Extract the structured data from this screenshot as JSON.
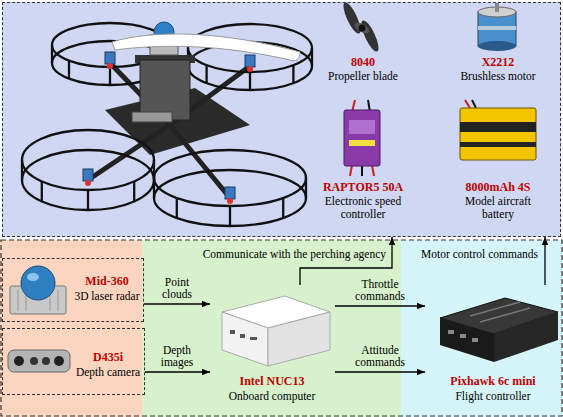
{
  "diagram": {
    "nodes": [
      {
        "text": [
          "8040",
          "Propeller blade",
          "X2212",
          "Brushless motor",
          "RAPTOR5 50A",
          "Electronic speed controller",
          "8000mAh 4S",
          "Model aircraft battery"
        ]
      },
      {
        "text": [
          "Mid-360",
          "3D laser radar"
        ]
      },
      {
        "text": [
          "D435i",
          "Depth camera"
        ]
      },
      {
        "text": [
          "Intel NUC13",
          "Onboard computer"
        ]
      },
      {
        "text": [
          "Pixhawk 6c mini",
          "Flight controller"
        ]
      }
    ],
    "edges": [
      {
        "from": 1,
        "to": 3,
        "label": "Point clouds",
        "arrow": "to"
      },
      {
        "from": 2,
        "to": 3,
        "label": "Depth images",
        "arrow": "to"
      },
      {
        "from": 3,
        "to": 4,
        "label": "Throttle commands",
        "arrow": "to"
      },
      {
        "from": 3,
        "to": 4,
        "label": "Attitude commands",
        "arrow": "to"
      },
      {
        "from": 3,
        "to": 0,
        "label": "Communicate with the perching agency",
        "arrow": "to"
      },
      {
        "from": 4,
        "to": 0,
        "label": "Motor control commands",
        "arrow": "to"
      }
    ]
  }
}
